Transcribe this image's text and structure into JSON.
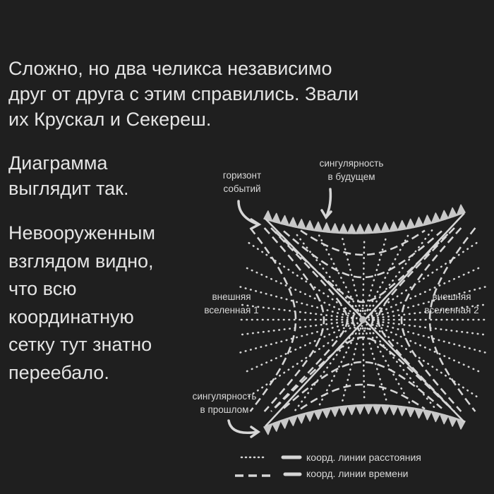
{
  "text": {
    "paragraph1": [
      "Сложно, но два челикса независимо",
      "друг от друга с этим справились. Звали",
      "их Крускал и Секереш."
    ],
    "paragraph2": [
      "Диаграмма",
      "выглядит так."
    ],
    "paragraph3": [
      "Невооруженным",
      "взглядом видно,",
      "что всю",
      "координатную",
      "сетку тут знатно",
      "переебало."
    ]
  },
  "diagram": {
    "labels": {
      "event_horizon": [
        "горизонт",
        "событий"
      ],
      "future_singularity": [
        "сингулярность",
        "в будущем"
      ],
      "past_singularity": [
        "сингулярность",
        "в прошлом"
      ],
      "exterior_1": [
        "внешняя",
        "вселенная 1"
      ],
      "exterior_2": [
        "внешняя",
        "вселенная 2"
      ]
    },
    "legend": [
      {
        "style": "dotted",
        "label": "коорд. линии расстояния"
      },
      {
        "style": "dashed",
        "label": "коорд. линии времени"
      }
    ],
    "colors": {
      "line": "#d6d6d6",
      "background": "#1f1f1f",
      "text": "#e4e4e4"
    }
  }
}
